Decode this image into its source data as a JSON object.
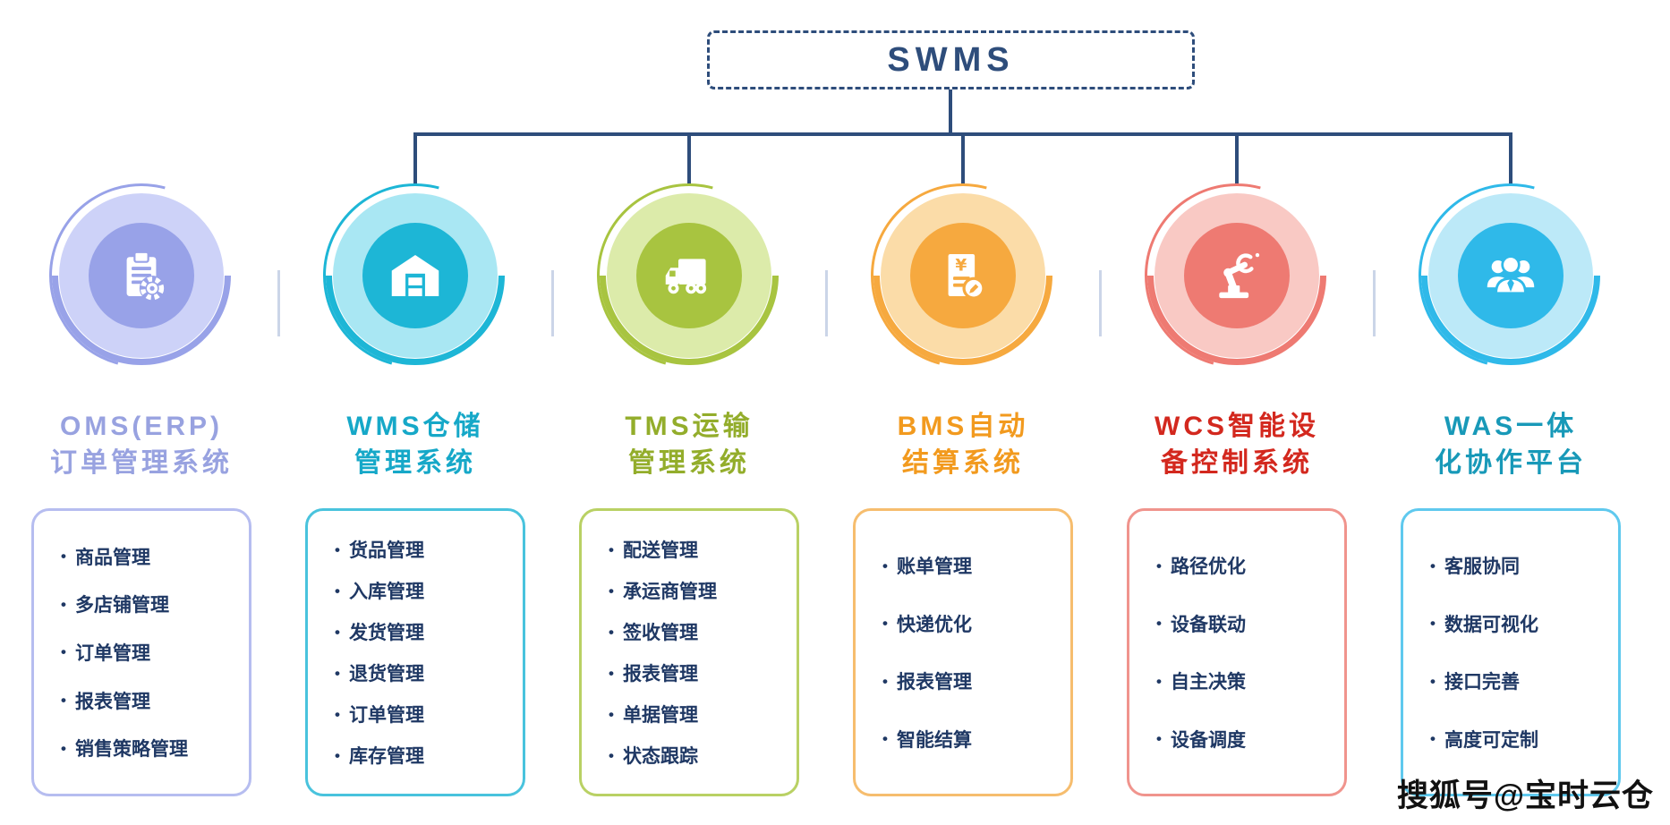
{
  "diagram": {
    "title": "SWMS",
    "connector_color": "#2e4d7b",
    "list_text_color": "#1f3864",
    "bullet": "•"
  },
  "watermark": {
    "text": "搜狐号@宝时云仓",
    "color": "#111111"
  },
  "systems": [
    {
      "name": "OMS",
      "title_line1": "OMS(ERP)",
      "title_line2": "订单管理系统",
      "icon": "clipboard-gear-icon",
      "colors": {
        "main": "#98a2e8",
        "light": "#cdd2f8",
        "title": "#98a2e0",
        "border": "#b6bdf0"
      },
      "items": [
        "商品管理",
        "多店铺管理",
        "订单管理",
        "报表管理",
        "销售策略管理"
      ]
    },
    {
      "name": "WMS",
      "title_line1": "WMS仓储",
      "title_line2": "管理系统",
      "icon": "warehouse-icon",
      "colors": {
        "main": "#1db6d6",
        "light": "#a9e7f3",
        "title": "#16a8c8",
        "border": "#49c3dd"
      },
      "items": [
        "货品管理",
        "入库管理",
        "发货管理",
        "退货管理",
        "订单管理",
        "库存管理"
      ]
    },
    {
      "name": "TMS",
      "title_line1": "TMS运输",
      "title_line2": "管理系统",
      "icon": "truck-icon",
      "colors": {
        "main": "#a8c440",
        "light": "#dcebaa",
        "title": "#93ad2b",
        "border": "#b9d164"
      },
      "items": [
        "配送管理",
        "承运商管理",
        "签收管理",
        "报表管理",
        "单据管理",
        "状态跟踪"
      ]
    },
    {
      "name": "BMS",
      "title_line1": "BMS自动",
      "title_line2": "结算系统",
      "icon": "invoice-icon",
      "colors": {
        "main": "#f6a93f",
        "light": "#fbdca8",
        "title": "#f29a1e",
        "border": "#f6bd6e"
      },
      "items": [
        "账单管理",
        "快递优化",
        "报表管理",
        "智能结算"
      ]
    },
    {
      "name": "WCS",
      "title_line1": "WCS智能设",
      "title_line2": "备控制系统",
      "icon": "robot-arm-icon",
      "colors": {
        "main": "#ee7a72",
        "light": "#f9c9c4",
        "title": "#d3281e",
        "border": "#f0948d"
      },
      "items": [
        "路径优化",
        "设备联动",
        "自主决策",
        "设备调度"
      ]
    },
    {
      "name": "WAS",
      "title_line1": "WAS一体",
      "title_line2": "化协作平台",
      "icon": "team-icon",
      "colors": {
        "main": "#2fb9e9",
        "light": "#bce9f8",
        "title": "#1899b8",
        "border": "#5fc9ee"
      },
      "items": [
        "客服协同",
        "数据可视化",
        "接口完善",
        "高度可定制"
      ]
    }
  ]
}
